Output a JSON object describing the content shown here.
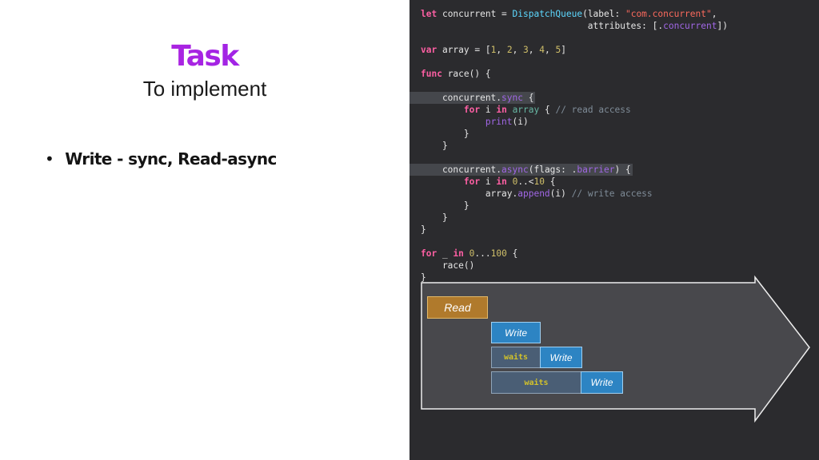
{
  "slide": {
    "title": "Task",
    "subtitle": "To implement",
    "bullet": "Write - sync, Read-async"
  },
  "code_lines": [
    "let concurrent = DispatchQueue(label: \"com.concurrent\",",
    "                               attributes: [.concurrent])",
    "",
    "var array = [1, 2, 3, 4, 5]",
    "",
    "func race() {",
    "",
    "    concurrent.sync {",
    "        for i in array { // read access",
    "            print(i)",
    "        }",
    "    }",
    "",
    "    concurrent.async(flags: .barrier) {",
    "        for i in 0..<10 {",
    "            array.append(i) // write access",
    "        }",
    "    }",
    "}",
    "",
    "for _ in 0...100 {",
    "    race()",
    "}"
  ],
  "highlighted_lines": [
    7,
    13
  ],
  "diagram": {
    "read_label": "Read",
    "write_labels": [
      "Write",
      "Write",
      "Write"
    ],
    "wait_labels": [
      "waits",
      "waits"
    ]
  },
  "colors": {
    "title_gradient_start": "#c223d6",
    "title_gradient_end": "#8a25f0",
    "code_background": "#2b2b2e",
    "keyword": "#fc5fa3",
    "string": "#fc6a5d",
    "number": "#d0bf69",
    "read_block": "#b07a2c",
    "write_block": "#2d84c3",
    "wait_block": "#4a5e75"
  }
}
